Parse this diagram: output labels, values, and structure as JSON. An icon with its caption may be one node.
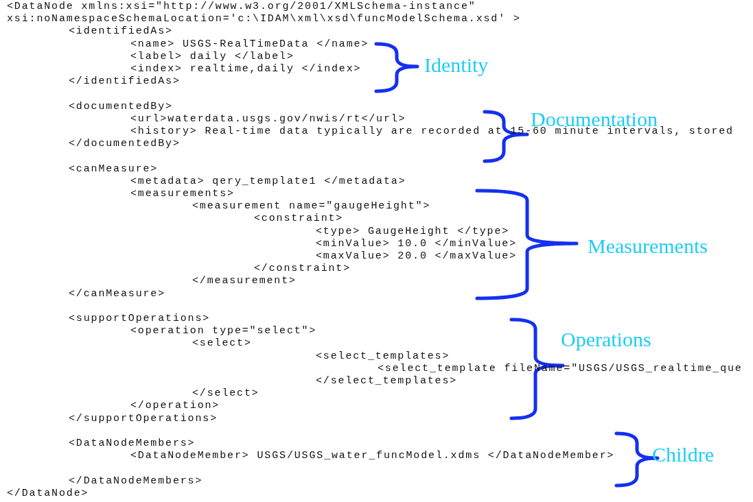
{
  "diagram": {
    "labels": [
      "<DataNode xmlns:xsi=\"http://www.w3.org/2001/XMLSchema-instance\"",
      "xsi:noNamespaceSchemaLocation='c:\\IDAM\\xml\\xsd\\funcModelSchema.xsd' >",
      "<identifiedAs>",
      "<name> USGS-RealTimeData </name>",
      "<label> daily </label>",
      "Identity",
      "<index> realtime,daily </index>",
      "</identifiedAs>",
      "<documentedBy>",
      "<url>waterdata.usgs.gov/nwis/rt</url>",
      "Documentation",
      "<history> Real-time data typically are recorded at 15-60 minute intervals, stored",
      "</documentedBy>",
      "<canMeasure>",
      "<metadata> qery_template1 </metadata>",
      "<measurements>",
      "<measurement name=\"gaugeHeight\">",
      "<constraint>",
      "<type> GaugeHeight </type>",
      "<minValue> 10.0 </minValue>",
      "Measurements",
      "<maxValue> 20.0 </maxValue>",
      "</constraint>",
      "</measurement>",
      "</canMeasure>",
      "<supportOperations>",
      "<operation type=\"select\">",
      "Operations",
      "<select>",
      "<select_templates>",
      "<select_template fileName=\"USGS/USGS_realtime_que",
      "</select_templates>",
      "</select>",
      "</operation>",
      "</supportOperations>",
      "<DataNodeMembers>",
      "<DataNodeMember> USGS/USGS_water_funcModel.xdms </DataNodeMember>",
      "Childre",
      "</DataNodeMembers>",
      "</DataNode>"
    ]
  }
}
